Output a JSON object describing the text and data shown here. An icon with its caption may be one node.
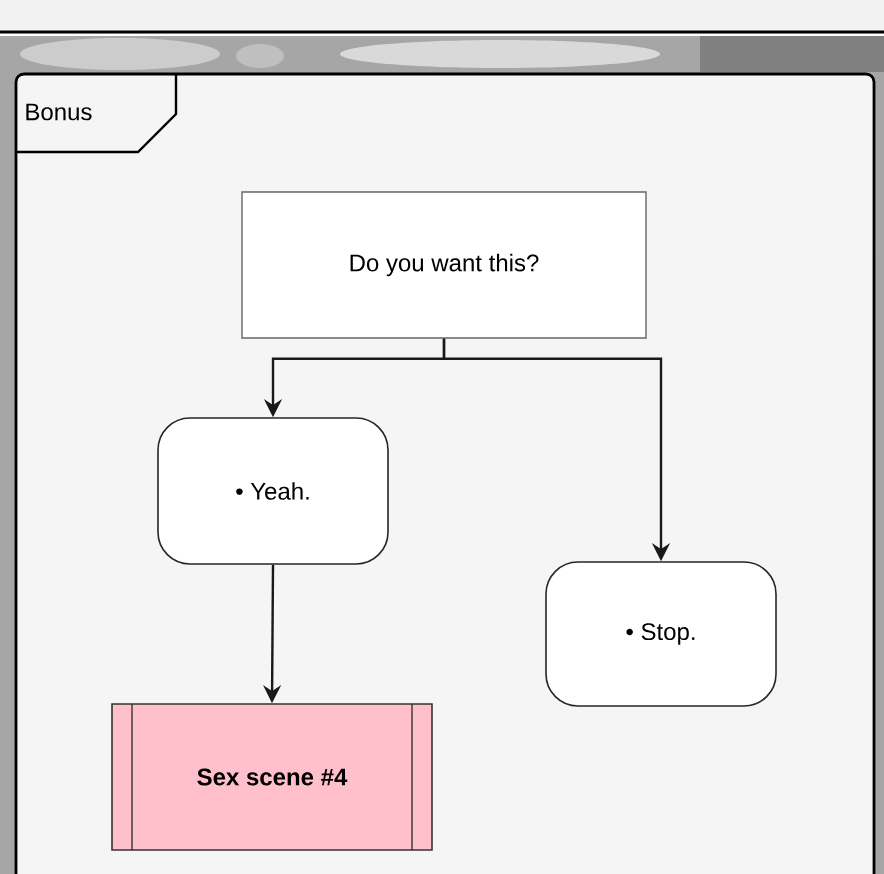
{
  "diagram": {
    "nodes": [
      {
        "text": [
          "Bonus"
        ]
      },
      {
        "text": [
          "Do you want this?"
        ],
        "in": 0
      },
      {
        "text": [
          "• Yeah."
        ],
        "in": 0
      },
      {
        "text": [
          "• Stop."
        ],
        "in": 0
      },
      {
        "text": [
          "**Sex scene #4**"
        ],
        "in": 0
      }
    ],
    "edges": [
      {
        "from": 1,
        "to": 2,
        "arrow": "to"
      },
      {
        "from": 1,
        "to": 3,
        "arrow": "to"
      },
      {
        "from": 2,
        "to": 4,
        "arrow": "to"
      }
    ]
  }
}
